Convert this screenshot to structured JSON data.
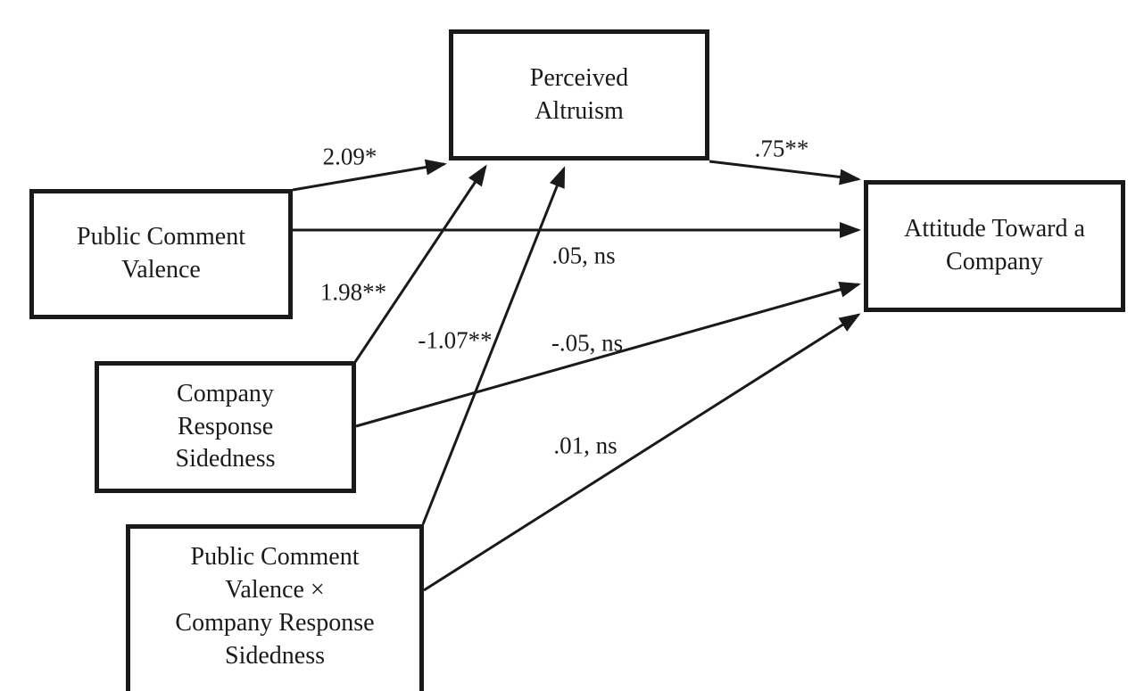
{
  "figure": {
    "background_color": "#ffffff",
    "line_color": "#1a1a1a"
  },
  "nodes": {
    "public_comment_valence": {
      "label": "Public Comment\nValence"
    },
    "company_response_sidedness": {
      "label": "Company\nResponse\nSidedness"
    },
    "interaction_term": {
      "label": "Public Comment\nValence ×\nCompany Response\nSidedness"
    },
    "perceived_altruism": {
      "label": "Perceived\nAltruism"
    },
    "attitude_toward_company": {
      "label": "Attitude Toward a\nCompany"
    }
  },
  "edges": {
    "valence_to_altruism": {
      "label": "2.09*"
    },
    "altruism_to_attitude": {
      "label": ".75**"
    },
    "valence_to_attitude": {
      "label": ".05, ns"
    },
    "sidedness_to_altruism": {
      "label": "1.98**"
    },
    "interaction_to_altruism": {
      "label": "-1.07**"
    },
    "sidedness_to_attitude": {
      "label": "-.05, ns"
    },
    "interaction_to_attitude": {
      "label": ".01, ns"
    }
  }
}
